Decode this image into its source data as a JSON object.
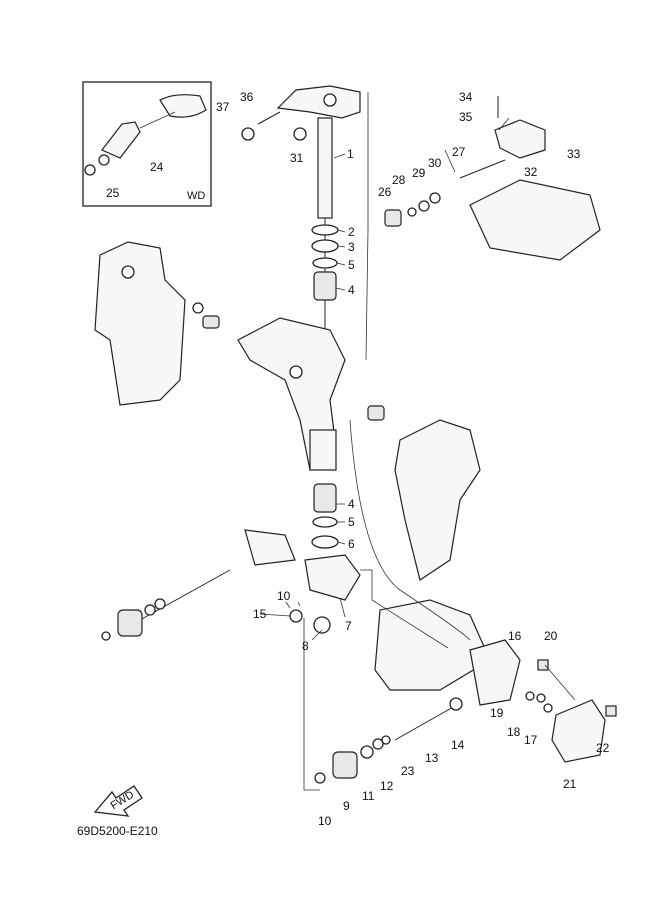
{
  "diagram": {
    "code": "69D5200-E210",
    "fwd_label": "FWD",
    "inset_label": "WD",
    "callouts": [
      {
        "id": "c1",
        "text": "1"
      },
      {
        "id": "c2",
        "text": "2"
      },
      {
        "id": "c3",
        "text": "3"
      },
      {
        "id": "c5a",
        "text": "5"
      },
      {
        "id": "c4a",
        "text": "4"
      },
      {
        "id": "c4b",
        "text": "4"
      },
      {
        "id": "c5b",
        "text": "5"
      },
      {
        "id": "c6",
        "text": "6"
      },
      {
        "id": "c7",
        "text": "7"
      },
      {
        "id": "c8",
        "text": "8"
      },
      {
        "id": "c9",
        "text": "9"
      },
      {
        "id": "c10a",
        "text": "10"
      },
      {
        "id": "c10b",
        "text": "10"
      },
      {
        "id": "c11",
        "text": "11"
      },
      {
        "id": "c12",
        "text": "12"
      },
      {
        "id": "c13",
        "text": "13"
      },
      {
        "id": "c14",
        "text": "14"
      },
      {
        "id": "c15",
        "text": "15"
      },
      {
        "id": "c16",
        "text": "16"
      },
      {
        "id": "c17",
        "text": "17"
      },
      {
        "id": "c18",
        "text": "18"
      },
      {
        "id": "c19",
        "text": "19"
      },
      {
        "id": "c20",
        "text": "20"
      },
      {
        "id": "c21",
        "text": "21"
      },
      {
        "id": "c22",
        "text": "22"
      },
      {
        "id": "c23",
        "text": "23"
      },
      {
        "id": "c24",
        "text": "24"
      },
      {
        "id": "c25",
        "text": "25"
      },
      {
        "id": "c26",
        "text": "26"
      },
      {
        "id": "c27",
        "text": "27"
      },
      {
        "id": "c28",
        "text": "28"
      },
      {
        "id": "c29",
        "text": "29"
      },
      {
        "id": "c30",
        "text": "30"
      },
      {
        "id": "c31",
        "text": "31"
      },
      {
        "id": "c32",
        "text": "32"
      },
      {
        "id": "c33",
        "text": "33"
      },
      {
        "id": "c34",
        "text": "34"
      },
      {
        "id": "c35",
        "text": "35"
      },
      {
        "id": "c36",
        "text": "36"
      },
      {
        "id": "c37",
        "text": "37"
      }
    ]
  }
}
